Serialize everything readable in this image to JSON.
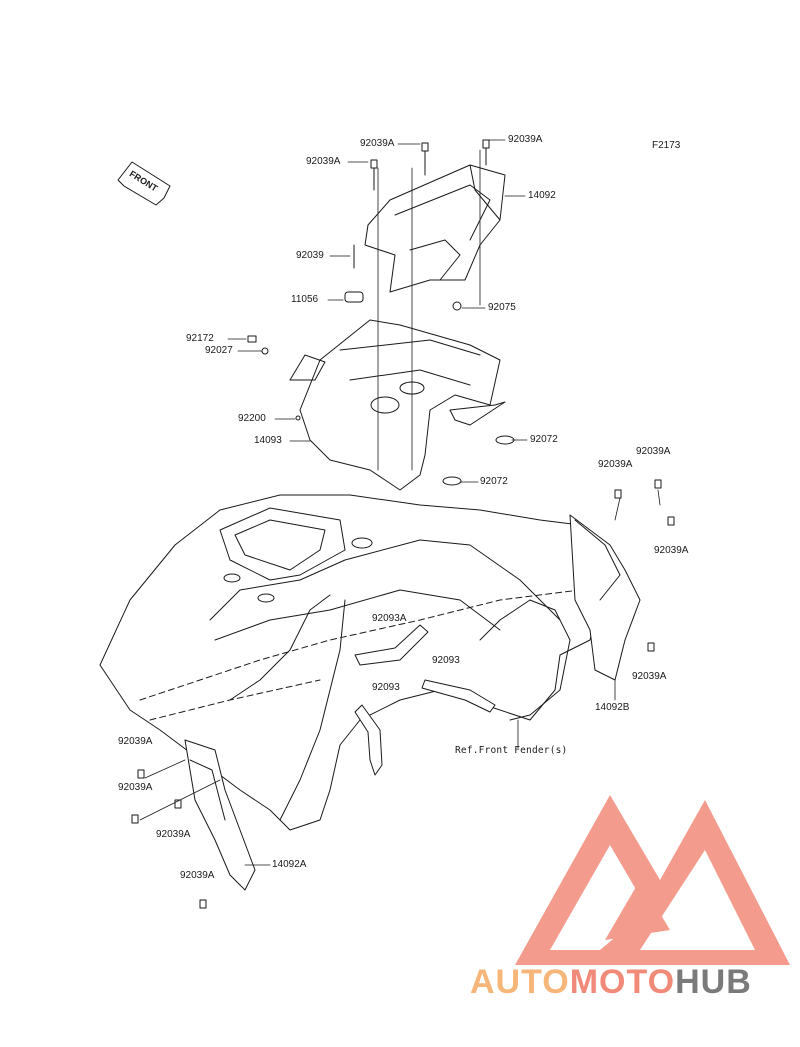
{
  "diagram_id": "F2173",
  "front_label": "FRONT",
  "parts": {
    "p92039A_1": "92039A",
    "p92039A_2": "92039A",
    "p92039A_3": "92039A",
    "p14092": "14092",
    "p92039": "92039",
    "p11056": "11056",
    "p92075": "92075",
    "p92172": "92172",
    "p92027": "92027",
    "p92200": "92200",
    "p14093": "14093",
    "p92072_1": "92072",
    "p92072_2": "92072",
    "p92039A_4": "92039A",
    "p92039A_5": "92039A",
    "p92039A_6": "92039A",
    "p92093A": "92093A",
    "p92093_1": "92093",
    "p92093_2": "92093",
    "p92039A_7": "92039A",
    "p14092B": "14092B",
    "p92039A_8": "92039A",
    "p92039A_9": "92039A",
    "p92039A_10": "92039A",
    "p14092A": "14092A",
    "p92039A_11": "92039A"
  },
  "reference_note": "Ref.Front Fender(s)",
  "logo": {
    "part1": "AUTO",
    "part2": "MOTO",
    "part3": "HUB"
  },
  "colors": {
    "line": "#1a1a1a",
    "logo_red": "#f07e78",
    "logo_orange": "#f6b67a",
    "logo_gray": "#7a7a7a"
  }
}
